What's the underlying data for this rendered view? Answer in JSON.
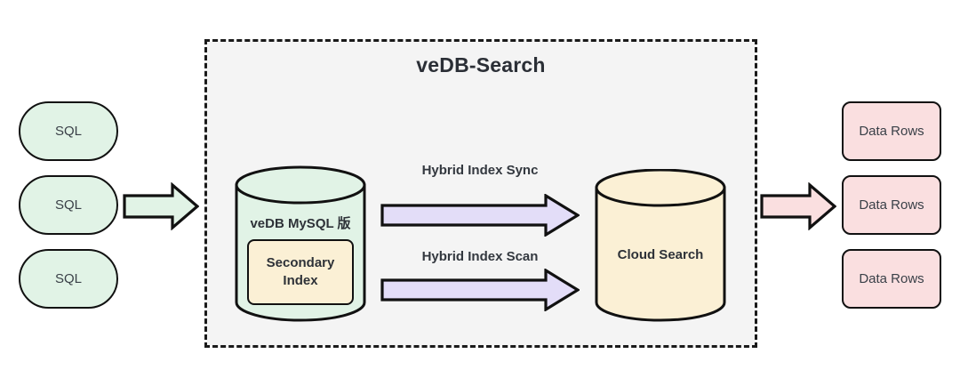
{
  "diagram": {
    "type": "architecture-flow",
    "title": "veDB-Search",
    "background_color": "#ffffff",
    "container": {
      "label": "veDB-Search",
      "fill": "#f4f4f4",
      "border_style": "dashed",
      "border_color": "#1a1a1a"
    },
    "inputs": {
      "nodes": [
        {
          "label": "SQL",
          "shape": "pill",
          "fill": "#e1f3e6"
        },
        {
          "label": "SQL",
          "shape": "pill",
          "fill": "#e1f3e6"
        },
        {
          "label": "SQL",
          "shape": "pill",
          "fill": "#e1f3e6"
        }
      ],
      "arrow": {
        "direction": "right",
        "fill": "#e1f3e6",
        "label": ""
      }
    },
    "internal": {
      "source_store": {
        "label": "veDB MySQL 版",
        "shape": "cylinder",
        "fill": "#e1f3e6",
        "inner_box": {
          "line1": "Secondary",
          "line2": "Index",
          "fill": "#fbf0d5"
        }
      },
      "target_store": {
        "label": "Cloud Search",
        "shape": "cylinder",
        "fill": "#fbf0d5"
      },
      "arrows": [
        {
          "label": "Hybrid Index Sync",
          "direction": "right",
          "fill": "#e3ddf8"
        },
        {
          "label": "Hybrid Index Scan",
          "direction": "right",
          "fill": "#e3ddf8"
        }
      ]
    },
    "outputs": {
      "arrow": {
        "direction": "right",
        "fill": "#fadfe0",
        "label": ""
      },
      "nodes": [
        {
          "label": "Data Rows",
          "shape": "rounded-rect",
          "fill": "#fadfe0"
        },
        {
          "label": "Data Rows",
          "shape": "rounded-rect",
          "fill": "#fadfe0"
        },
        {
          "label": "Data Rows",
          "shape": "rounded-rect",
          "fill": "#fadfe0"
        }
      ]
    },
    "colors": {
      "green": "#e1f3e6",
      "cream": "#fbf0d5",
      "pink": "#fadfe0",
      "lavender": "#e3ddf8",
      "stroke": "#111111",
      "panel": "#f4f4f4"
    }
  }
}
